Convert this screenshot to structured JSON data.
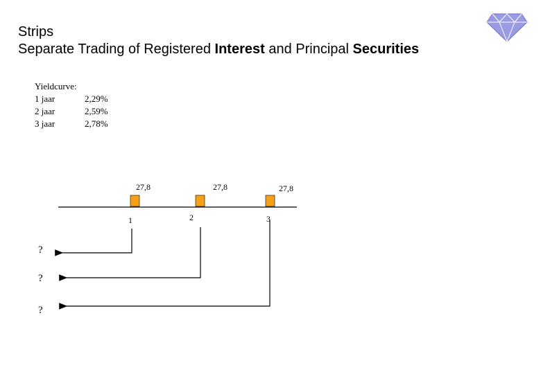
{
  "title": {
    "line1": "Strips",
    "line2_part1": "Separate Trading of Registered ",
    "line2_bold1": "Interest",
    "line2_part2": " and Principal ",
    "line2_bold2": "Securities"
  },
  "logo": {
    "icon": "diamond-icon",
    "color": "#9b9be3"
  },
  "yieldcurve": {
    "heading": "Yieldcurve:",
    "rows": [
      {
        "term": "1 jaar",
        "rate": "2,29%"
      },
      {
        "term": "2 jaar",
        "rate": "2,59%"
      },
      {
        "term": "3 jaar",
        "rate": "2,78%"
      }
    ]
  },
  "timeline": {
    "cashflow_labels": [
      "27,8",
      "27,8",
      "27,8"
    ],
    "period_labels": [
      "1",
      "2",
      "3"
    ],
    "question_labels": [
      "?",
      "?",
      "?"
    ],
    "box_color": "#f7a11a"
  }
}
